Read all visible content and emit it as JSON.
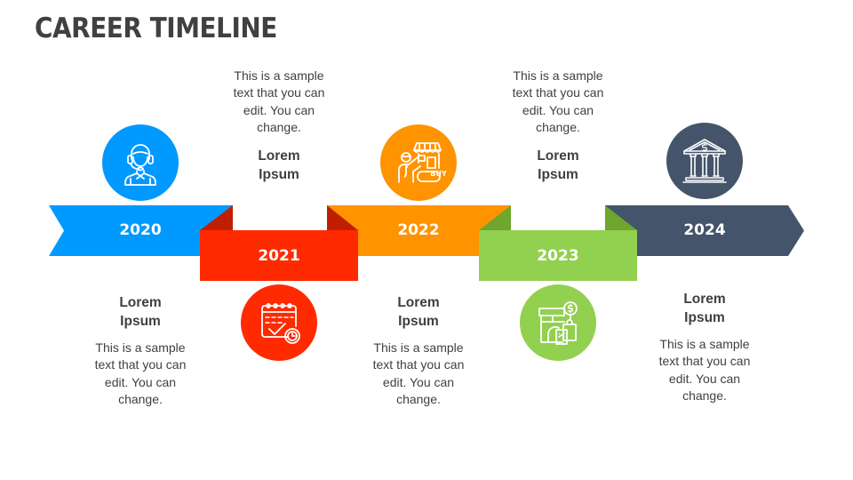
{
  "slide": {
    "title": "CAREER TIMELINE",
    "colors": {
      "blue": "#0099FF",
      "red": "#FF2A00",
      "red_fold": "#BF1F00",
      "orange": "#FF9300",
      "green": "#92D050",
      "green_fold": "#6EA62E",
      "navy": "#44546A",
      "text": "#404040"
    }
  },
  "milestones": [
    {
      "year": "2020",
      "icon": "customer-support-agent-icon",
      "heading": "Lorem\nIpsum",
      "body": "This is a sample\ntext that you can\nedit. You can\nchange."
    },
    {
      "year": "2021",
      "icon": "calendar-check-clock-icon",
      "heading": "Lorem\nIpsum",
      "body": "This is a sample\ntext that you can\nedit. You can\nchange."
    },
    {
      "year": "2022",
      "icon": "shop-buyer-icon",
      "heading": "Lorem\nIpsum",
      "body": "This is a sample\ntext that you can\nedit. You can\nchange.",
      "badge": "BUY"
    },
    {
      "year": "2023",
      "icon": "store-shopping-bags-dollar-icon",
      "heading": "Lorem\nIpsum",
      "body": "This is a sample\ntext that you can\nedit. You can\nchange."
    },
    {
      "year": "2024",
      "icon": "bank-building-icon",
      "heading": "Lorem\nIpsum",
      "body": "This is a sample\ntext that you can\nedit. You can\nchange."
    }
  ]
}
